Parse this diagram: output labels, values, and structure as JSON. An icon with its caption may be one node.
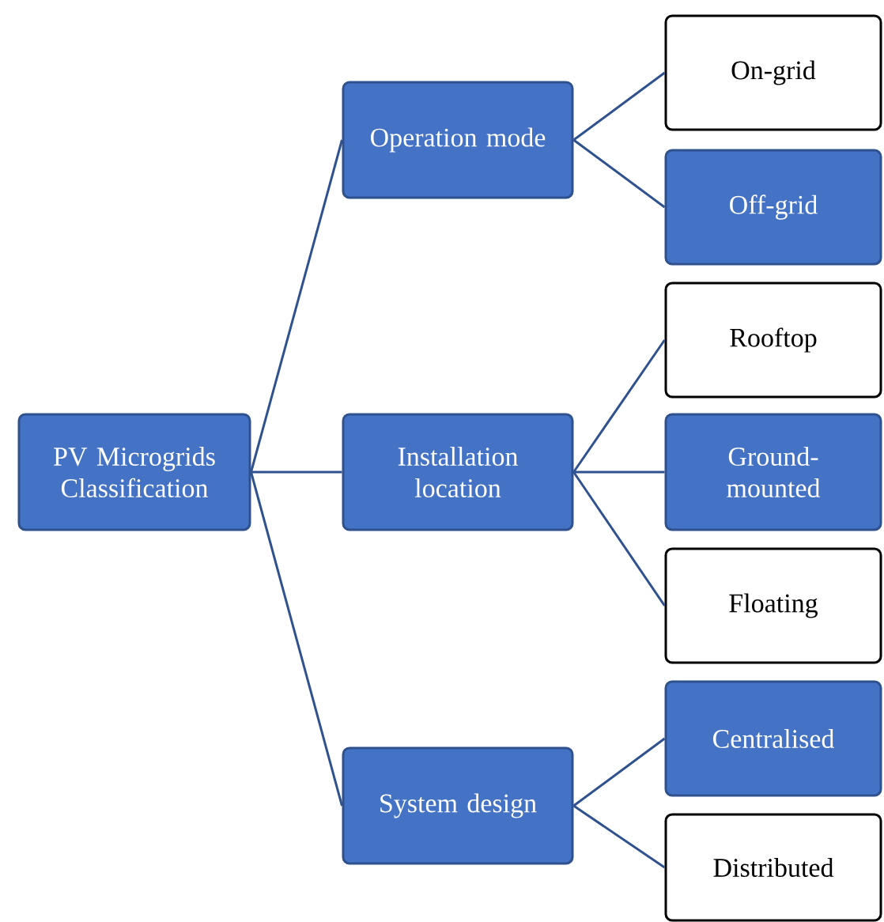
{
  "diagram": {
    "nodes": [
      {
        "text": [
          "PV Microgrids Classification"
        ]
      },
      {
        "text": [
          "Operation mode"
        ]
      },
      {
        "text": [
          "Installation location"
        ]
      },
      {
        "text": [
          "System design"
        ]
      },
      {
        "text": [
          "On-grid"
        ]
      },
      {
        "text": [
          "Off-grid"
        ]
      },
      {
        "text": [
          "Rooftop"
        ]
      },
      {
        "text": [
          "Ground-mounted"
        ]
      },
      {
        "text": [
          "Floating"
        ]
      },
      {
        "text": [
          "Centralised"
        ]
      },
      {
        "text": [
          "Distributed"
        ]
      }
    ],
    "edges": [
      {
        "from": 0,
        "to": 1,
        "arrow": "none"
      },
      {
        "from": 0,
        "to": 2,
        "arrow": "none"
      },
      {
        "from": 0,
        "to": 3,
        "arrow": "none"
      },
      {
        "from": 1,
        "to": 4,
        "arrow": "none"
      },
      {
        "from": 1,
        "to": 5,
        "arrow": "none"
      },
      {
        "from": 2,
        "to": 6,
        "arrow": "none"
      },
      {
        "from": 2,
        "to": 7,
        "arrow": "none"
      },
      {
        "from": 2,
        "to": 8,
        "arrow": "none"
      },
      {
        "from": 3,
        "to": 9,
        "arrow": "none"
      },
      {
        "from": 3,
        "to": 10,
        "arrow": "none"
      }
    ]
  }
}
